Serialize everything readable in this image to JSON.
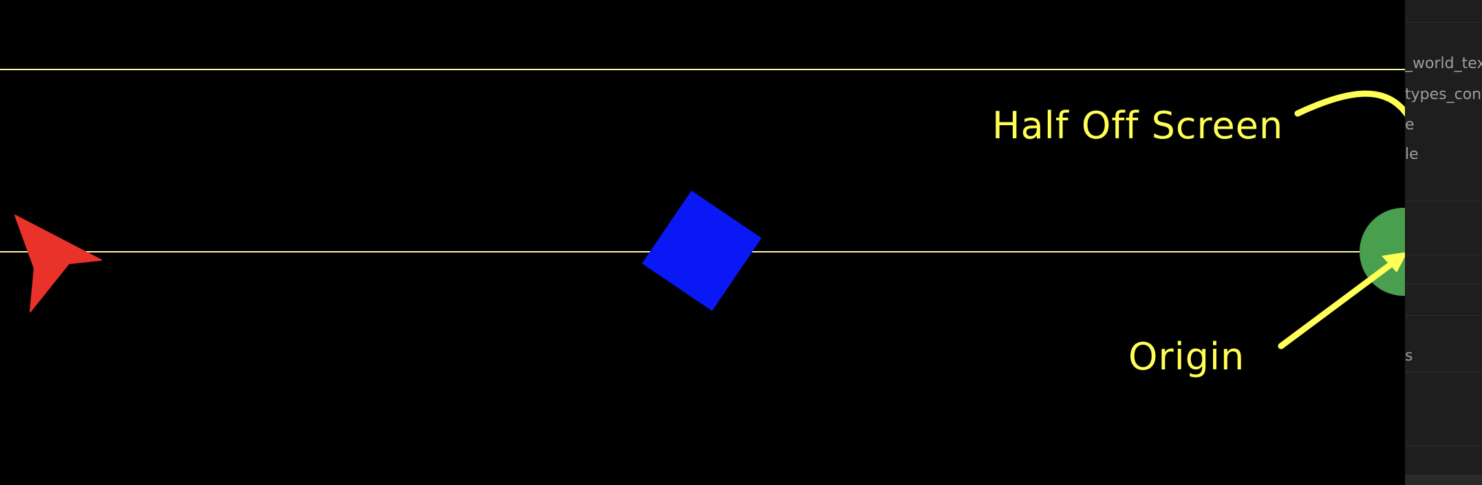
{
  "scene": {
    "background_color": "#000000",
    "guide_line_color": "#fff6a0",
    "shapes": [
      {
        "kind": "triangle",
        "color": "#e8322a",
        "icon": "red-arrowhead-sprite"
      },
      {
        "kind": "square",
        "color": "#0a18f5",
        "icon": "blue-rotated-square-sprite"
      },
      {
        "kind": "circle",
        "color": "#4a9f4f",
        "icon": "green-circle-sprite"
      }
    ]
  },
  "annotations": {
    "half_off_screen": "Half Off Screen",
    "origin": "Origin",
    "color": "#ffff55"
  },
  "side_panel": {
    "background": "#1e1e1e",
    "items": [
      {
        "text": "_world_tex"
      },
      {
        "text": "types_conf"
      },
      {
        "text": "e"
      },
      {
        "text": "le"
      },
      {
        "text": "s"
      }
    ]
  }
}
